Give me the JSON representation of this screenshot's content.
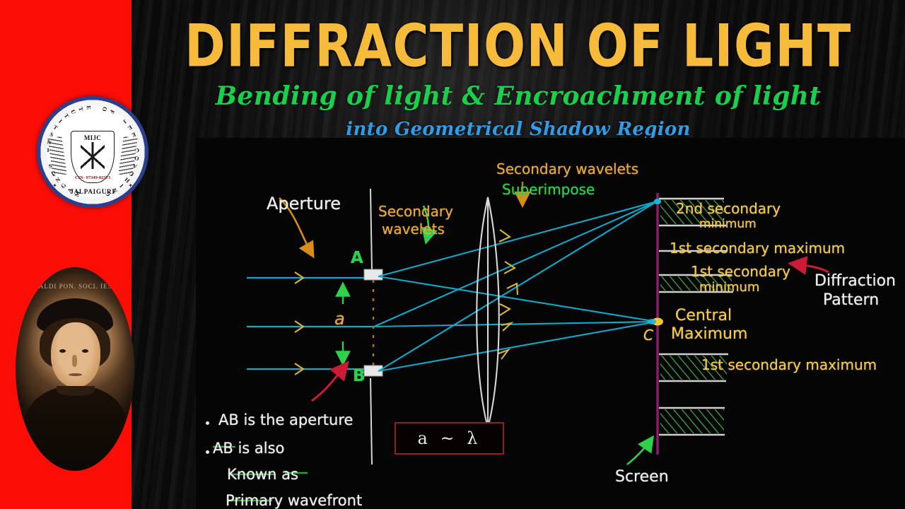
{
  "header": {
    "title": "DIFFRACTION OF LIGHT",
    "subtitle_1": "Bending of light & Encroachment of light",
    "subtitle_2": "into Geometrical Shadow Region",
    "title_color": "#f6bb3a",
    "subtitle_1_color": "#19cf4c",
    "subtitle_2_color": "#2f9ce8",
    "band_color": "#fc0d06"
  },
  "logo": {
    "ring_text": "MAGNUS INSTITUTE OF JEE COACHING",
    "shield_text": "MIJC",
    "registration": "CIN- 97349-82373",
    "city": "JALPAIGURI"
  },
  "portrait": {
    "inscription": "MALDI PON. SOCI. IESV"
  },
  "diagram": {
    "labels": {
      "aperture": "Aperture",
      "secondary_wavelets_left": "Secondary\nwavelets",
      "secondary_wavelets_left_l1": "Secondary",
      "secondary_wavelets_left_l2": "wavelets",
      "secondary_wavelets_top": "Secondary wavelets",
      "superimpose": "Superimpose",
      "point_a": "A",
      "point_b": "B",
      "slit_width": "a",
      "point_c": "C",
      "central_maximum_l1": "Central",
      "central_maximum_l2": "Maximum",
      "second_secondary_minimum_l1": "2nd secondary",
      "second_secondary_minimum_l2": "minimum",
      "first_secondary_maximum_top": "1st secondary maximum",
      "first_secondary_minimum_l1": "1st secondary",
      "first_secondary_minimum_l2": "minimum",
      "first_secondary_maximum_bottom": "1st secondary maximum",
      "diffraction_pattern_l1": "Diffraction",
      "diffraction_pattern_l2": "Pattern",
      "screen": "Screen"
    },
    "formula": "a ~ λ",
    "notes": [
      {
        "line1": "AB is the aperture"
      },
      {
        "line1": "AB is also",
        "line2": "Known as",
        "line3": "Primary wavefront"
      }
    ],
    "colors": {
      "ray": "#12a8c8",
      "arrowhead": "#d6b53a",
      "screen_line": "#8e1f6b",
      "fringe_hatch": "#3fa83f",
      "fringe_edge": "#cfcfcf",
      "lens_outline": "#d8d8d8",
      "pointer_red": "#cc1b35",
      "pointer_orange": "#d88c1a",
      "pointer_green": "#2fd14b",
      "formula_border": "#8c2026"
    }
  }
}
